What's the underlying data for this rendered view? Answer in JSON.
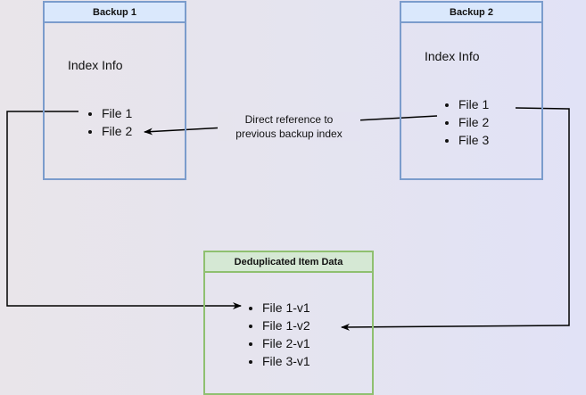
{
  "backup1": {
    "title": "Backup 1",
    "index_label": "Index Info",
    "files": [
      "File 1",
      "File 2"
    ]
  },
  "backup2": {
    "title": "Backup 2",
    "index_label": "Index Info",
    "files": [
      "File 1",
      "File 2",
      "File 3"
    ]
  },
  "dedup": {
    "title": "Deduplicated Item Data",
    "items": [
      "File 1-v1",
      "File 1-v2",
      "File 2-v1",
      "File 3-v1"
    ]
  },
  "edge_label": {
    "line1": "Direct reference to",
    "line2": "previous backup index"
  },
  "colors": {
    "blue_stroke": "#7b9ccc",
    "blue_fill": "#dae8fc",
    "green_stroke": "#8fc070",
    "green_fill": "#d5e8d4"
  }
}
